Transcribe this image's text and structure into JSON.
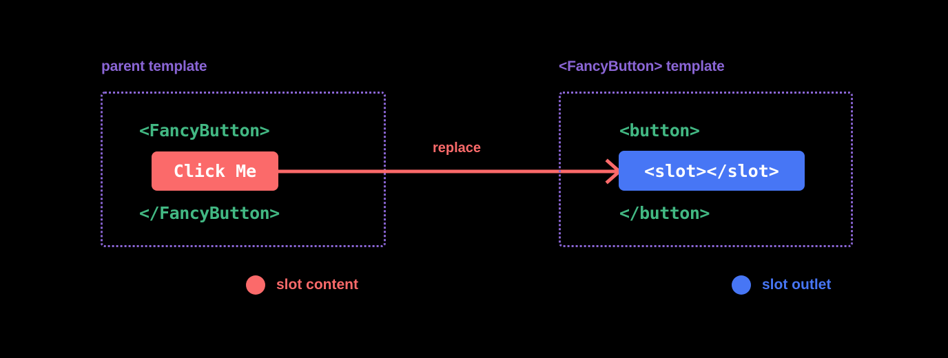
{
  "theme": {
    "background": "#000000",
    "accent_purple": "#8b66d6",
    "accent_green": "#42b883",
    "accent_red": "#fb6a6a",
    "accent_blue": "#4776f5",
    "chip_text": "#ffffff"
  },
  "panels": {
    "parent": {
      "title": "parent template",
      "code_open": "<FancyButton>",
      "code_close": "</FancyButton>",
      "chip_label": "Click Me"
    },
    "fancy": {
      "title": "<FancyButton> template",
      "code_open": "<button>",
      "code_close": "</button>",
      "chip_label": "<slot></slot>"
    }
  },
  "connector": {
    "label": "replace",
    "direction": "left-to-right",
    "color": "#fb6a6a"
  },
  "legend": [
    {
      "label": "slot content",
      "color": "#fb6a6a"
    },
    {
      "label": "slot outlet",
      "color": "#4776f5"
    }
  ]
}
